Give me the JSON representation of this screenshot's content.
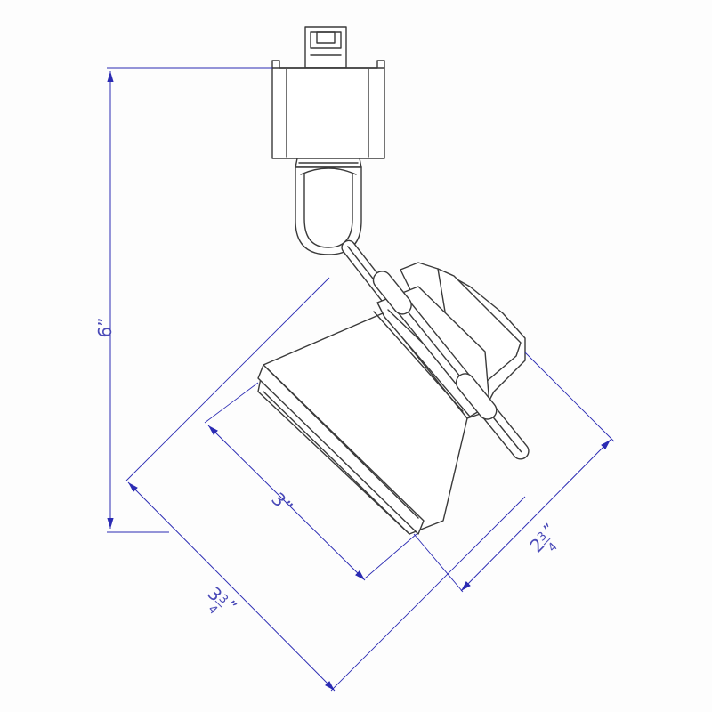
{
  "drawing": {
    "line_color": "#3a3a3a",
    "dimension_color": "#2b2bb3",
    "background": "#ffffff"
  },
  "dimensions": {
    "overall_height": "6”",
    "lamp_length": "3”",
    "housing_width_whole": "3",
    "housing_width_num": "3",
    "housing_width_den": "4",
    "housing_width_unit": "”",
    "rear_depth_whole": "2",
    "rear_depth_num": "3",
    "rear_depth_den": "4",
    "rear_depth_unit": "”"
  }
}
